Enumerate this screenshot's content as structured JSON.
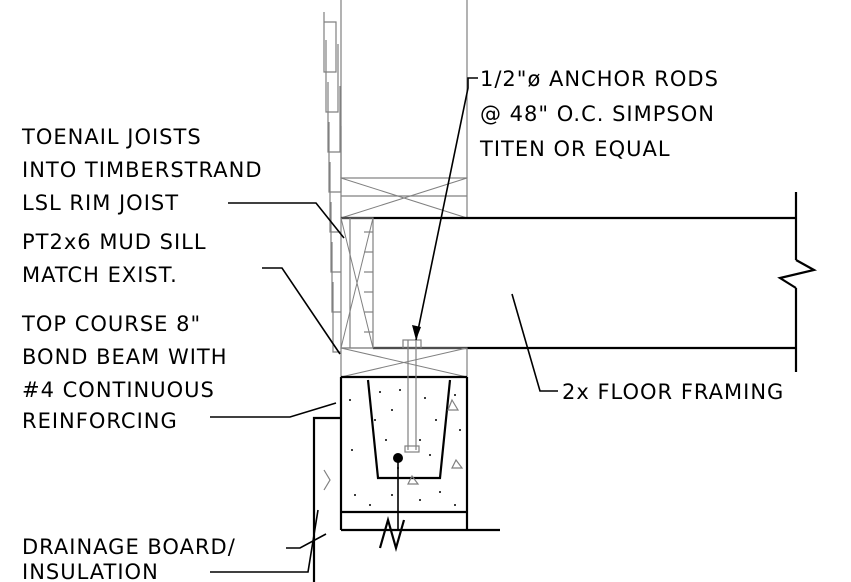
{
  "notes": {
    "anchor": [
      "1/2\"ø ANCHOR RODS",
      "@ 48\" O.C. SIMPSON",
      "TITEN OR EQUAL"
    ],
    "toenail": [
      "TOENAIL JOISTS",
      "INTO TIMBERSTRAND",
      "LSL RIM JOIST"
    ],
    "mudsill": [
      "PT2x6 MUD SILL",
      "MATCH EXIST."
    ],
    "bondbeam": [
      "TOP COURSE 8\"",
      "BOND BEAM WITH",
      "#4 CONTINUOUS",
      "REINFORCING"
    ],
    "floor": [
      "2x FLOOR FRAMING"
    ],
    "drainage": [
      "DRAINAGE BOARD/",
      "INSULATION"
    ]
  },
  "colors": {
    "linework": "#000000",
    "light_linework": "#808080",
    "background": "#ffffff"
  }
}
